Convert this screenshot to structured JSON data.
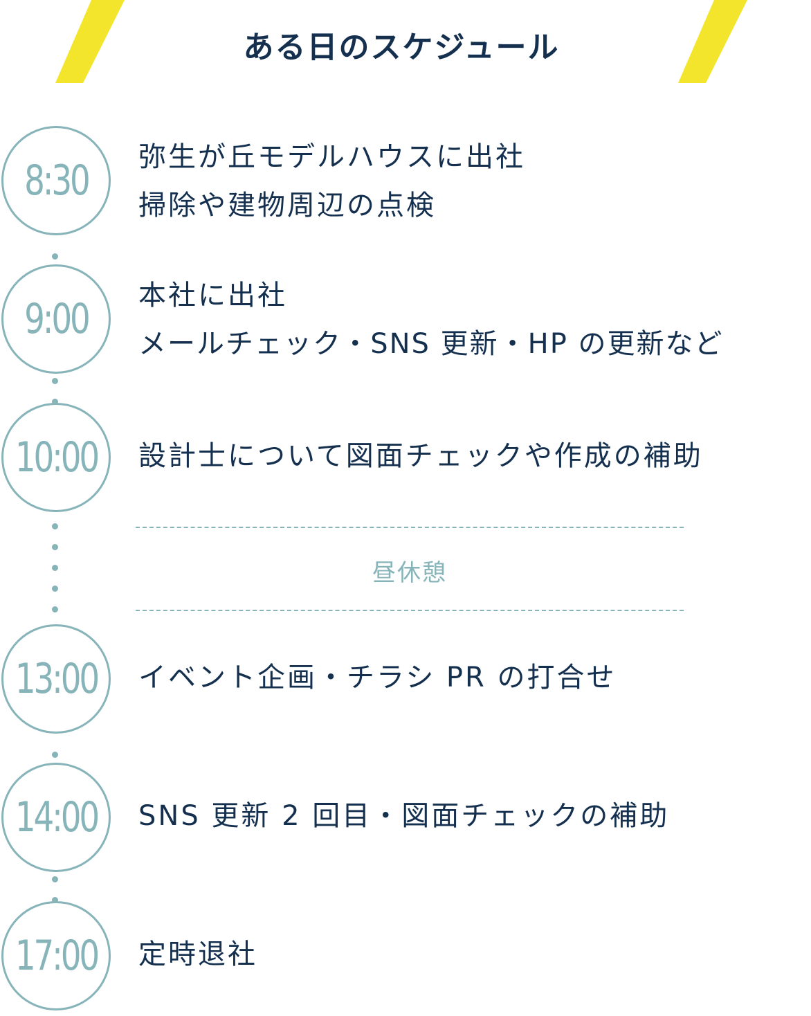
{
  "title": "ある日のスケジュール",
  "colors": {
    "accent_yellow": "#f2e52b",
    "teal": "#86b4b8",
    "navy": "#15304f"
  },
  "schedule": [
    {
      "time": "8:30",
      "lines": [
        "弥生が丘モデルハウスに出社",
        "掃除や建物周辺の点検"
      ]
    },
    {
      "time": "9:00",
      "lines": [
        "本社に出社",
        "メールチェック・SNS 更新・HP の更新など"
      ]
    },
    {
      "time": "10:00",
      "lines": [
        "設計士について図面チェックや作成の補助"
      ]
    },
    {
      "time": "13:00",
      "lines": [
        "イベント企画・チラシ PR の打合せ"
      ]
    },
    {
      "time": "14:00",
      "lines": [
        "SNS 更新 2 回目・図面チェックの補助"
      ]
    },
    {
      "time": "17:00",
      "lines": [
        "定時退社"
      ]
    }
  ],
  "break_label": "昼休憩"
}
